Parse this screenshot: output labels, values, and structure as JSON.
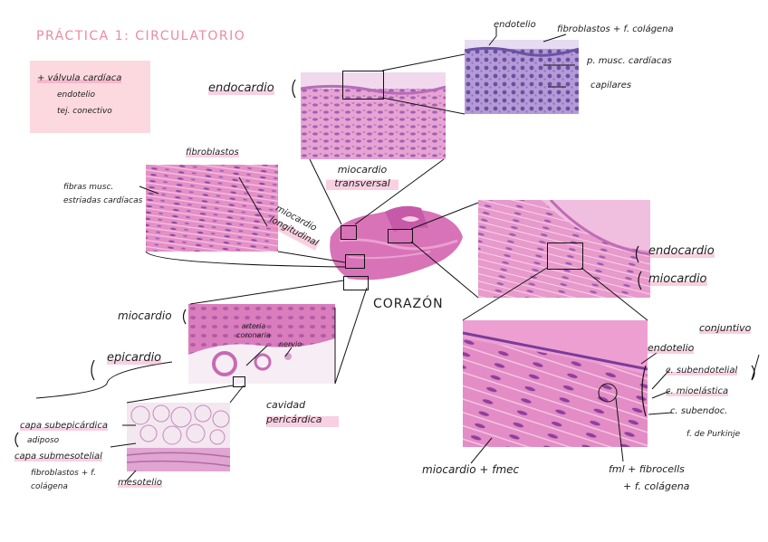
{
  "title": "PRÁCTICA 1: CIRCULATORIO",
  "box": {
    "heading": "+ válvula cardíaca",
    "items": [
      "endotelio",
      "tej. conectivo"
    ]
  },
  "center_label": "CORAZÓN",
  "labels": {
    "endocardio_top": "endocardio",
    "endotelio_top": "endotelio",
    "fibroblastos_colagena": "fibroblastos + f. colágena",
    "cel_musc": "p. musc. cardíacas",
    "capilares": "capilares",
    "miocardio_transversal": "miocardio transversal",
    "fibroblastos_left": "fibroblastos",
    "fibras_musc": "fibras musc. estriadas cardíacas",
    "miocardio_longitudinal": "miocardio longitudinal",
    "endocardio_right": "endocardio",
    "miocardio_right": "miocardio",
    "miocardio_left": "miocardio",
    "epicardio": "epicardio",
    "arteria_coronaria": "arteria coronaria",
    "nervio": "nervio",
    "cavidad_pericardica": "cavidad pericárdica",
    "capa_subepicardica": "capa subepicárdica",
    "adiposo": "adiposo",
    "capa_submesotelial": "capa submesotelial",
    "fibroblastos_colagena_bottom": "fibroblastos + f. colágena",
    "mesotelio": "mesotelio",
    "endotelio_right": "endotelio",
    "conjuntivo": "conjuntivo",
    "c_subendotelial": "c. subendotelial",
    "c_mioelastica": "c. mioelástica",
    "c_subendoc": "c. subendoc.",
    "f_purkinje": "f. de Purkinje",
    "miocardio_fmec": "miocardio + fmec",
    "fml_fibrocells": "fml + fibrocells",
    "f_colagena_bottom": "+ f. colágena"
  },
  "colors": {
    "title": "#ec8aa1",
    "box": "#fbd9df",
    "highlight": "#ec78aa",
    "tissue_pink": "#e58fc6",
    "tissue_purple": "#8a6fc0"
  }
}
